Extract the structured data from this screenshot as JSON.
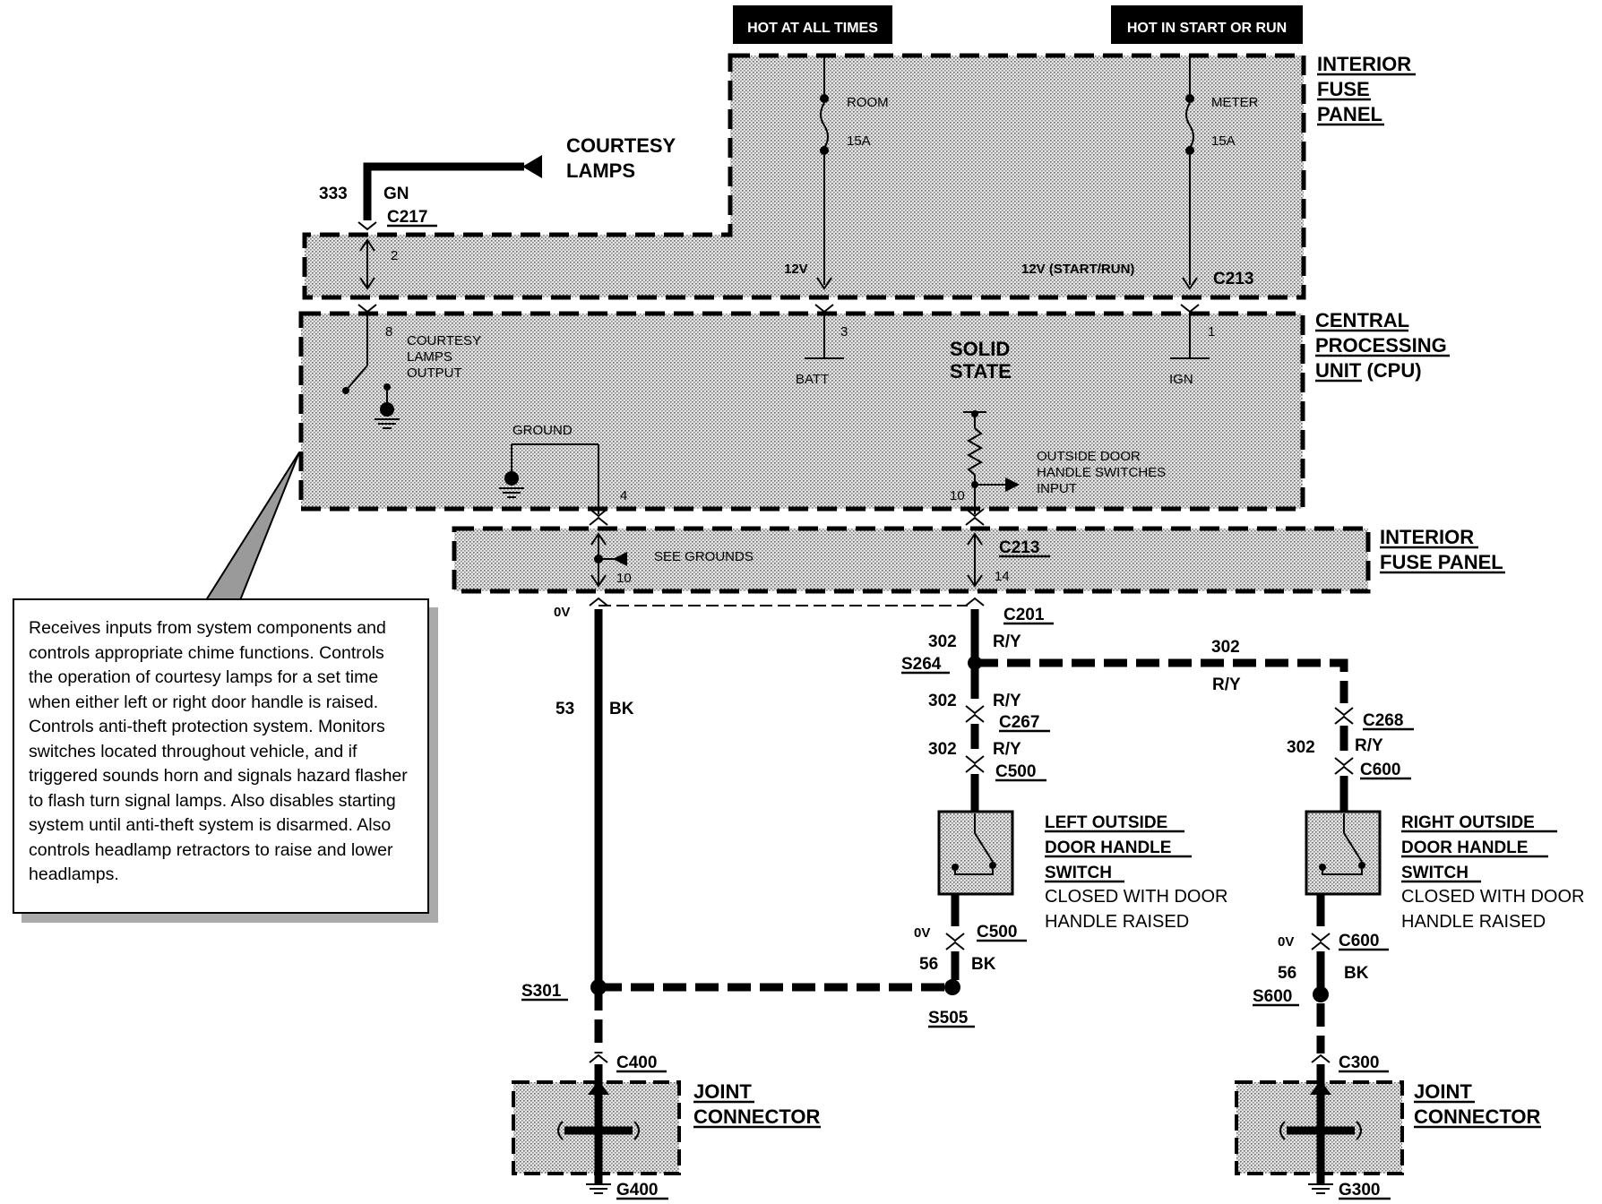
{
  "headers": {
    "hot_at_all_times": "HOT AT ALL TIMES",
    "hot_in_start_or_run": "HOT IN START OR RUN"
  },
  "modules": {
    "interior_fuse_panel_top": [
      "INTERIOR",
      "FUSE",
      "PANEL"
    ],
    "cpu": [
      "CENTRAL",
      "PROCESSING",
      "UNIT (CPU)"
    ],
    "interior_fuse_panel_bottom": [
      "INTERIOR",
      "FUSE PANEL"
    ],
    "solid_state": [
      "SOLID",
      "STATE"
    ]
  },
  "fuses": {
    "room_name": "ROOM",
    "room_rating": "15A",
    "meter_name": "METER",
    "meter_rating": "15A"
  },
  "courtesy": {
    "label": [
      "COURTESY",
      "LAMPS"
    ],
    "circuit": "333",
    "color": "GN",
    "connector": "C217",
    "pin": "2",
    "output_pin": "8",
    "output_label": [
      "COURTESY",
      "LAMPS",
      "OUTPUT"
    ]
  },
  "cpu_pins": {
    "batt_pin": "3",
    "batt_label": "BATT",
    "ign_pin": "1",
    "ign_label": "IGN",
    "ground_label": "GROUND",
    "ground_pin": "4",
    "input_pin": "10",
    "input_label": [
      "OUTSIDE DOOR",
      "HANDLE SWITCHES",
      "INPUT"
    ]
  },
  "supply": {
    "v12": "12V",
    "v12_start_run": "12V (START/RUN)",
    "connector": "C213"
  },
  "lower_panel": {
    "connector": "C213",
    "see_grounds": "SEE GROUNDS",
    "pin_left": "10",
    "pin_right": "14"
  },
  "ground_path": {
    "voltage": "0V",
    "circuit": "53",
    "color": "BK",
    "splice": "S301",
    "connector": "C400",
    "ground": "G400"
  },
  "signal_path": {
    "connector_c201": "C201",
    "circuit": "302",
    "color": "R/Y",
    "splice": "S264",
    "connector_c267": "C267",
    "connector_c500": "C500",
    "connector_c268": "C268",
    "connector_c600": "C600"
  },
  "left_switch": {
    "title": [
      "LEFT OUTSIDE",
      "DOOR HANDLE",
      "SWITCH"
    ],
    "desc": [
      "CLOSED WITH DOOR",
      "HANDLE RAISED"
    ],
    "voltage": "0V",
    "connector": "C500",
    "circuit": "56",
    "color": "BK",
    "splice": "S505"
  },
  "right_switch": {
    "title": [
      "RIGHT OUTSIDE",
      "DOOR HANDLE",
      "SWITCH"
    ],
    "desc": [
      "CLOSED WITH DOOR",
      "HANDLE RAISED"
    ],
    "voltage": "0V",
    "connector": "C600",
    "circuit": "56",
    "color": "BK",
    "splice": "S600"
  },
  "joint_left": {
    "label": [
      "JOINT",
      "CONNECTOR"
    ],
    "connector": "C400",
    "ground": "G400"
  },
  "joint_right": {
    "label": [
      "JOINT",
      "CONNECTOR"
    ],
    "connector": "C300",
    "ground": "G300"
  },
  "description": "Receives inputs from system components and controls appropriate chime functions. Controls the operation of courtesy lamps for a set time when either left or right door handle is raised. Controls anti-theft protection system. Monitors switches located throughout vehicle, and if triggered sounds horn and signals hazard flasher to flash turn signal lamps. Also disables starting system until anti-theft system is disarmed. Also controls headlamp retractors to raise and lower headlamps."
}
